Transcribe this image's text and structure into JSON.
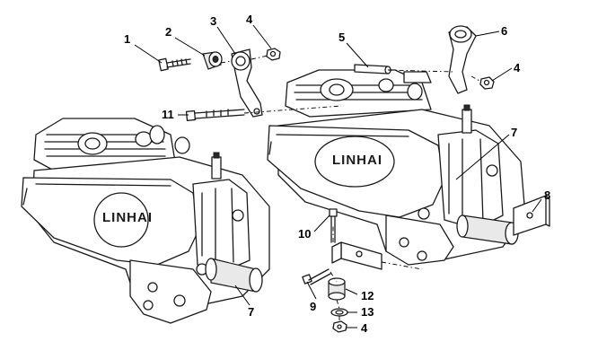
{
  "brand_logo_text": "LINHAI",
  "callouts": [
    {
      "number": "1"
    },
    {
      "number": "2"
    },
    {
      "number": "3"
    },
    {
      "number": "4"
    },
    {
      "number": "5"
    },
    {
      "number": "6"
    },
    {
      "number": "4"
    },
    {
      "number": "7"
    },
    {
      "number": "8"
    },
    {
      "number": "11"
    },
    {
      "number": "10"
    },
    {
      "number": "9"
    },
    {
      "number": "12"
    },
    {
      "number": "13"
    },
    {
      "number": "4"
    },
    {
      "number": "7"
    }
  ]
}
